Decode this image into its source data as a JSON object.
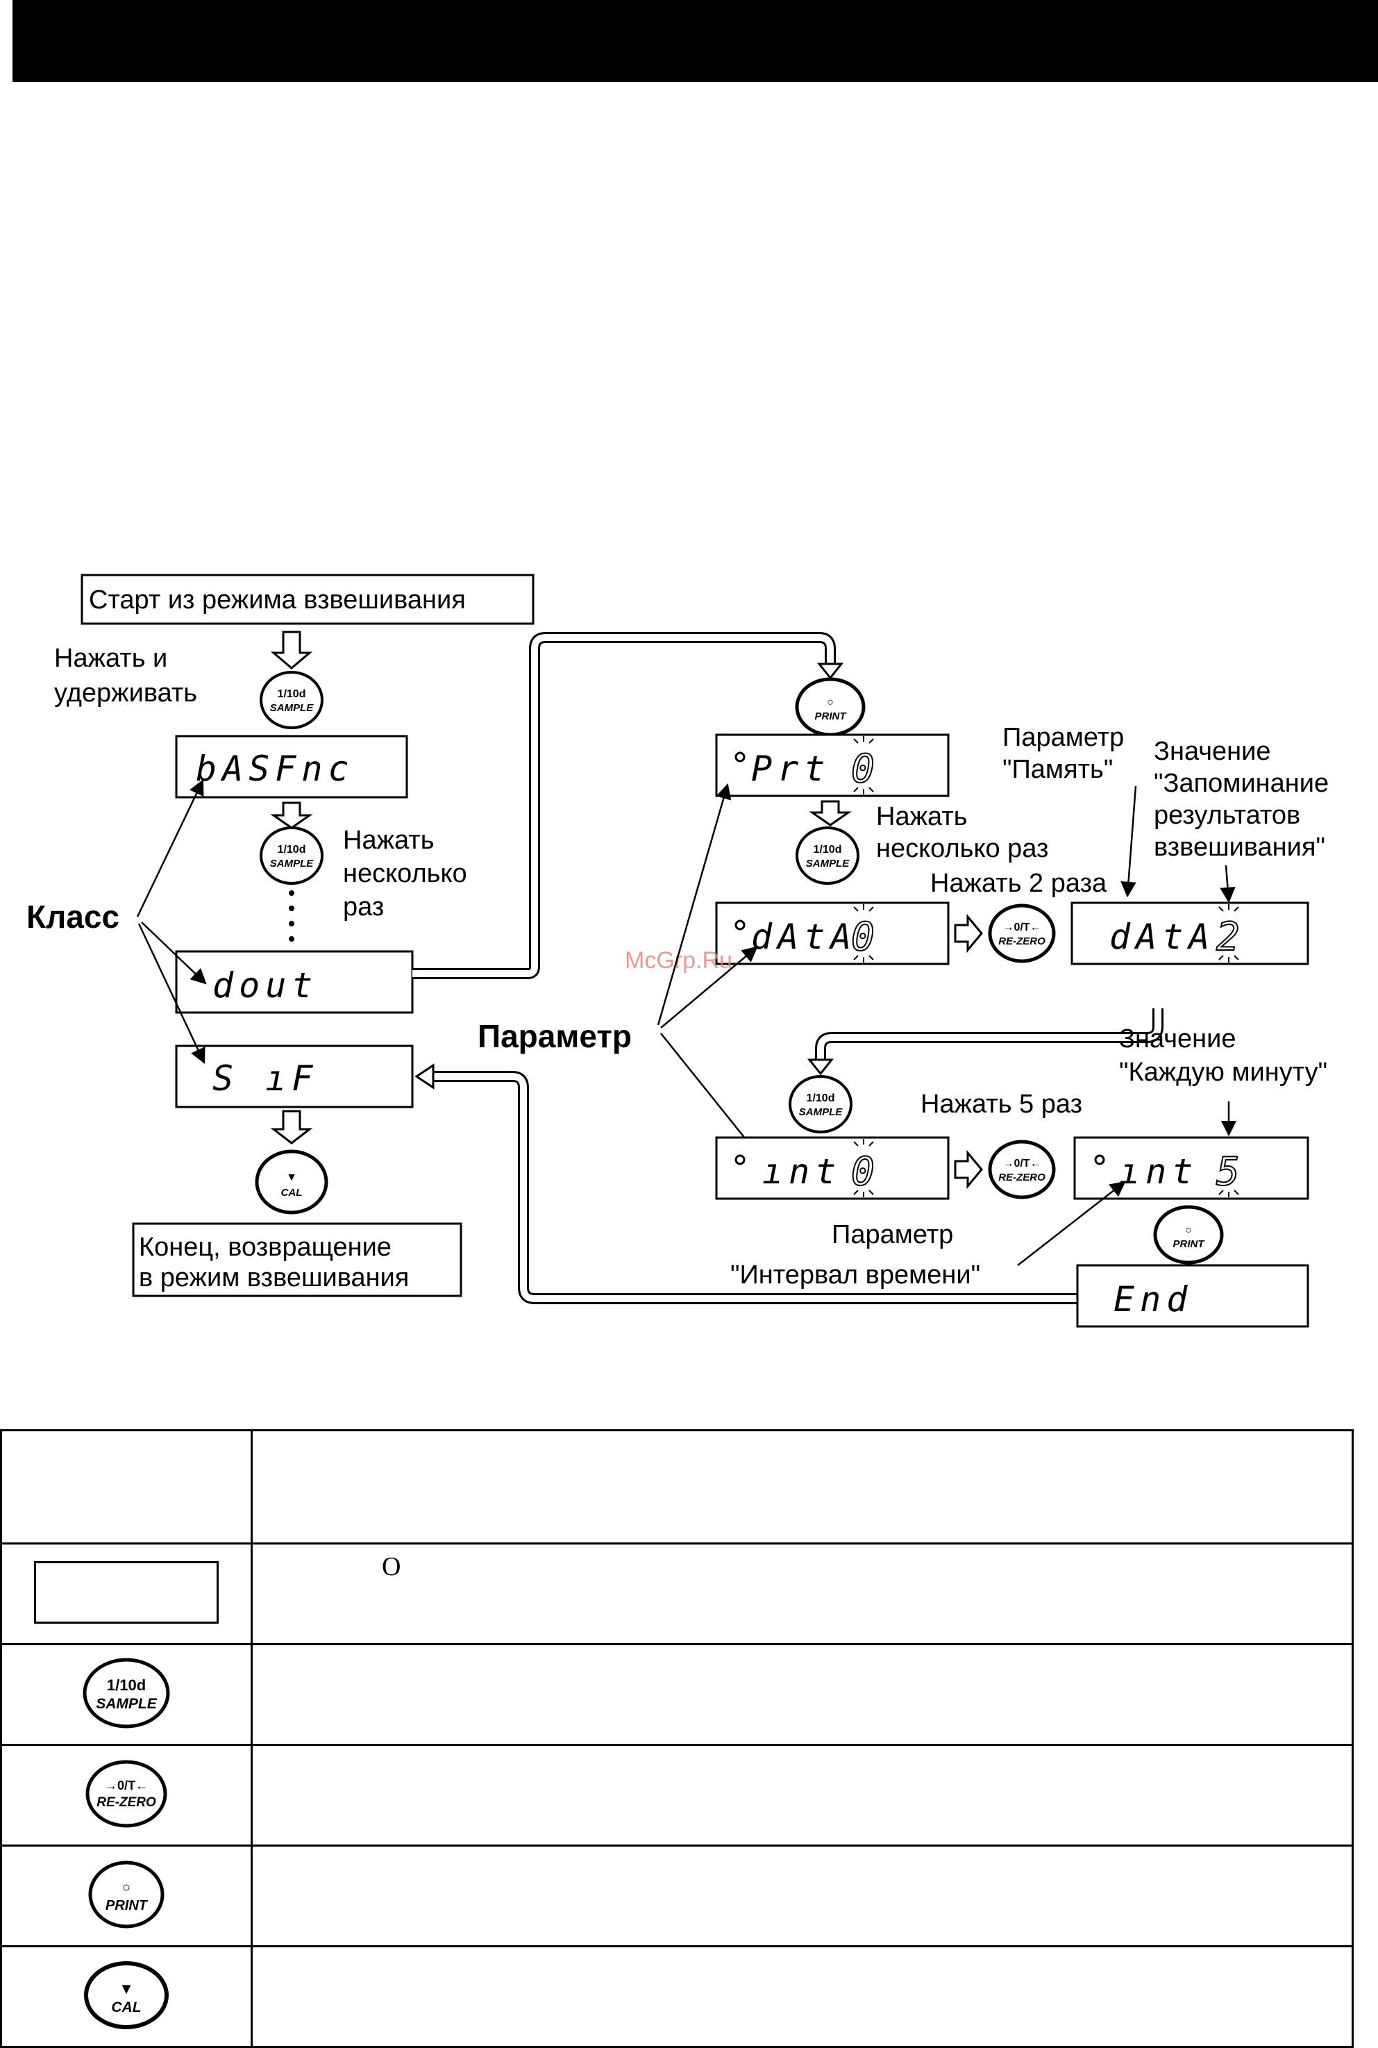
{
  "labels": {
    "start": "Старт из режима взвешивания",
    "press_hold_1": "Нажать и",
    "press_hold_2": "удерживать",
    "press_several_left_1": "Нажать",
    "press_several_left_2": "несколько",
    "press_several_left_3": "раз",
    "klass": "Класс",
    "end_1": "Конец, возвращение",
    "end_2": "в режим взвешивания",
    "press_several_right_1": "Нажать",
    "press_several_right_2": "несколько раз",
    "param_memory_1": "Параметр",
    "param_memory_2": "\"Память\"",
    "value_store_1": "Значение",
    "value_store_2": "\"Запоминание",
    "value_store_3": "результатов",
    "value_store_4": "взвешивания\"",
    "press_2": "Нажать 2 раза",
    "parametr": "Параметр",
    "value_min_1": "Значение",
    "value_min_2": "\"Каждую минуту\"",
    "press_5": "Нажать 5 раз",
    "param_interval_1": "Параметр",
    "param_interval_2": "\"Интервал времени\""
  },
  "displays": {
    "basfnc": "bASFnc",
    "dout": "dout",
    "sif": "S ıF",
    "prt": "Prt",
    "data": "dAtA",
    "int": "ınt",
    "end": "End",
    "digit_zero": "0",
    "digit_two": "2",
    "digit_five": "5"
  },
  "keys": {
    "sample_top": "1/10d",
    "sample_bottom": "SAMPLE",
    "print_top": "○",
    "print_bottom": "PRINT",
    "rezero_top": "→0/T←",
    "rezero_bottom": "RE-ZERO",
    "cal_top": "▼",
    "cal_bottom": "CAL"
  },
  "watermark": "McGrp.Ru",
  "legend_table": {
    "header": "",
    "row1_text": "О"
  },
  "icons": [
    "down-arrow-icon",
    "right-arrow-icon",
    "left-arrow-icon",
    "flicker-icon",
    "indicator-dot-icon"
  ]
}
